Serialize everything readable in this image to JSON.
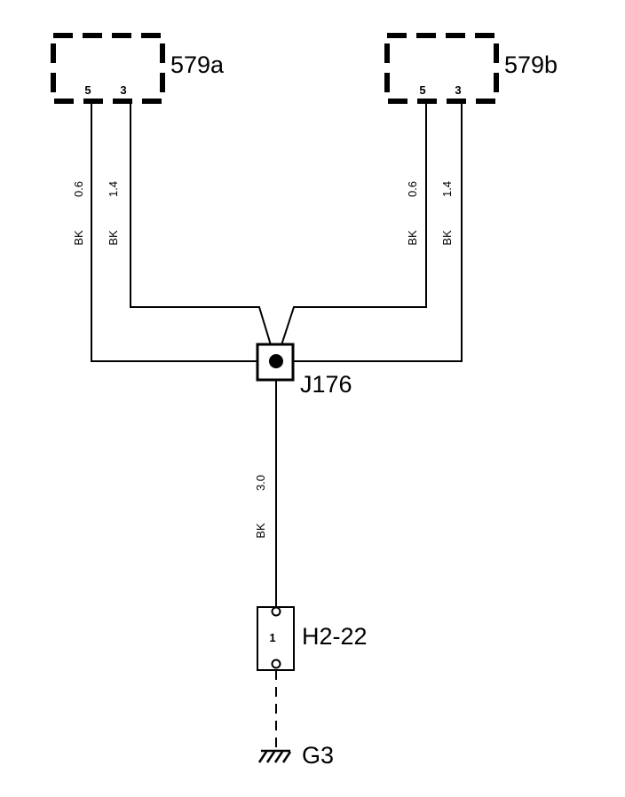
{
  "connectors": {
    "left": {
      "name": "579a",
      "pins": [
        "5",
        "3"
      ]
    },
    "right": {
      "name": "579b",
      "pins": [
        "5",
        "3"
      ]
    }
  },
  "wires": {
    "left_pin5": {
      "size": "0.6",
      "color": "BK"
    },
    "left_pin3": {
      "size": "1.4",
      "color": "BK"
    },
    "right_pin5": {
      "size": "0.6",
      "color": "BK"
    },
    "right_pin3": {
      "size": "1.4",
      "color": "BK"
    },
    "trunk": {
      "size": "3.0",
      "color": "BK"
    }
  },
  "splice": {
    "name": "J176"
  },
  "inline_connector": {
    "name": "H2-22",
    "pin": "1"
  },
  "ground": {
    "name": "G3"
  }
}
